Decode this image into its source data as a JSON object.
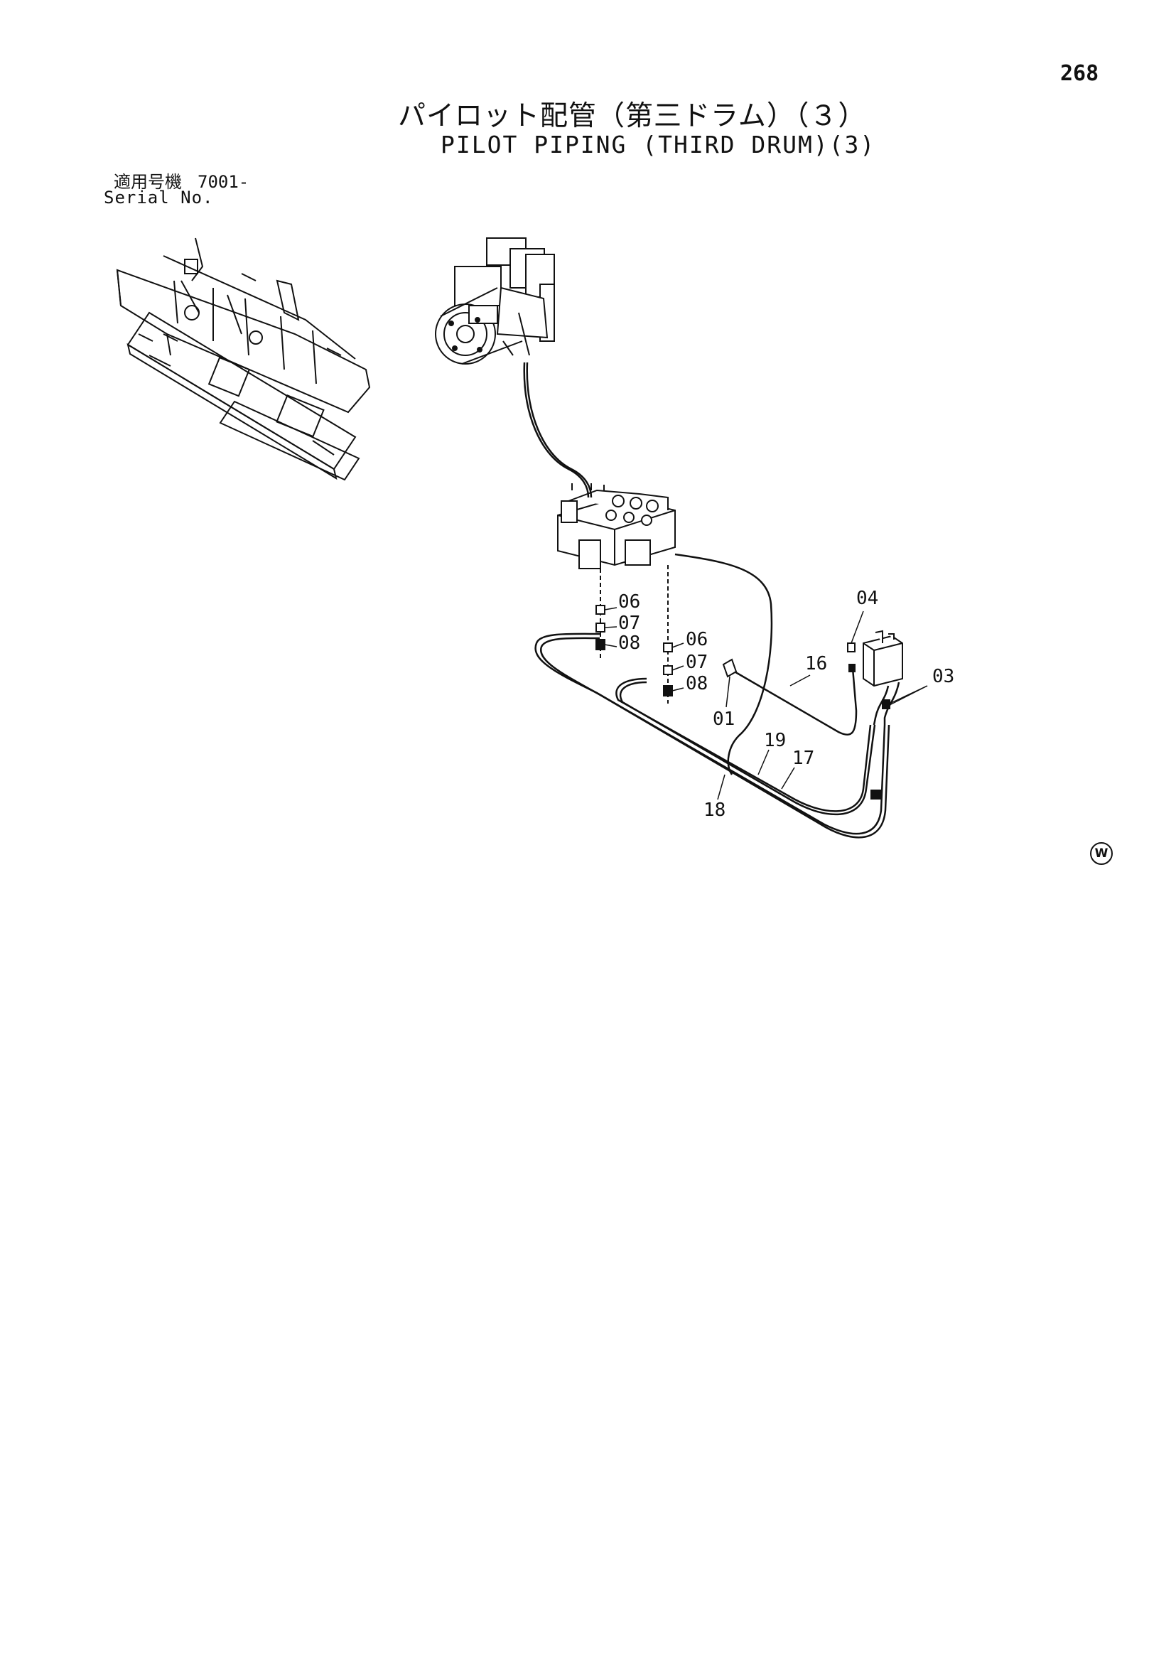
{
  "page": {
    "number": "268",
    "title_jp": "パイロット配管（第三ドラム）（３）",
    "title_en": "PILOT PIPING (THIRD DRUM)(3)",
    "serial_label_jp": "適用号機",
    "serial_value": "7001-",
    "serial_label_en": "Serial No.",
    "corner_mark": "W"
  },
  "diagram": {
    "callouts": [
      "06",
      "07",
      "08",
      "06",
      "07",
      "08",
      "01",
      "04",
      "03",
      "16",
      "19",
      "17",
      "18"
    ]
  }
}
